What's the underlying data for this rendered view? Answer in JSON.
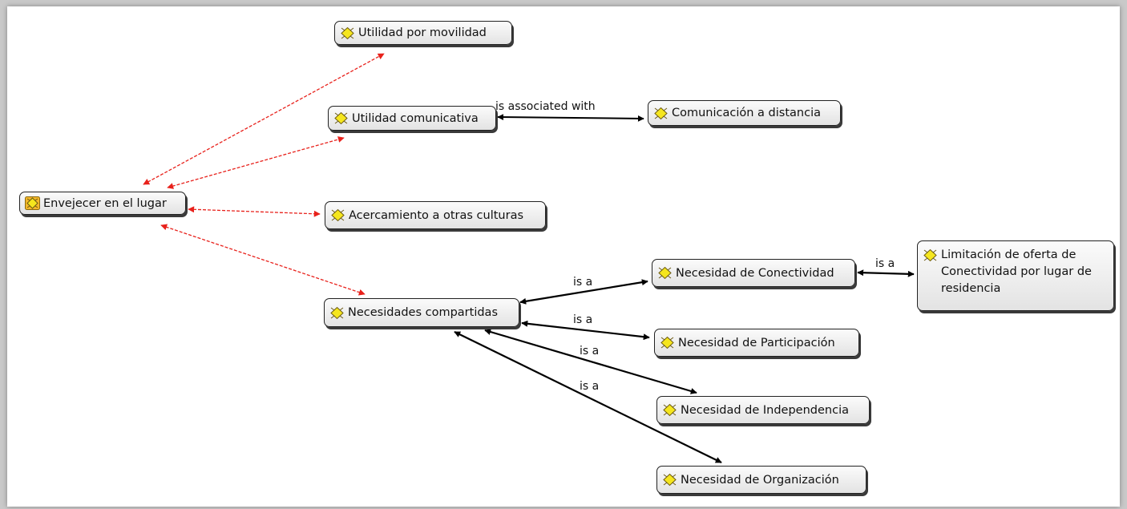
{
  "diagram": {
    "nodes": [
      {
        "id": "envejecer",
        "label": "Envejecer en el lugar",
        "icon": "code-icon",
        "highlighted": true
      },
      {
        "id": "movilidad",
        "label": "Utilidad por movilidad",
        "icon": "code-icon"
      },
      {
        "id": "comunicativa",
        "label": "Utilidad comunicativa",
        "icon": "code-icon"
      },
      {
        "id": "distancia",
        "label": "Comunicación a distancia",
        "icon": "code-icon"
      },
      {
        "id": "culturas",
        "label": "Acercamiento a otras culturas",
        "icon": "code-icon"
      },
      {
        "id": "compartidas",
        "label": "Necesidades compartidas",
        "icon": "code-icon"
      },
      {
        "id": "conectividad",
        "label": "Necesidad de Conectividad",
        "icon": "code-icon"
      },
      {
        "id": "limitacion",
        "label": "Limitación de oferta de Conectividad por lugar de residencia",
        "icon": "code-icon"
      },
      {
        "id": "participacion",
        "label": "Necesidad de Participación",
        "icon": "code-icon"
      },
      {
        "id": "independencia",
        "label": "Necesidad de Independencia",
        "icon": "code-icon"
      },
      {
        "id": "organizacion",
        "label": "Necesidad de Organización",
        "icon": "code-icon"
      }
    ],
    "edges": [
      {
        "from": "envejecer",
        "to": "movilidad",
        "label": "",
        "style": "dashed-red"
      },
      {
        "from": "envejecer",
        "to": "comunicativa",
        "label": "",
        "style": "dashed-red"
      },
      {
        "from": "envejecer",
        "to": "culturas",
        "label": "",
        "style": "dashed-red"
      },
      {
        "from": "envejecer",
        "to": "compartidas",
        "label": "",
        "style": "dashed-red"
      },
      {
        "from": "comunicativa",
        "to": "distancia",
        "label": "is associated with",
        "style": "solid-black"
      },
      {
        "from": "compartidas",
        "to": "conectividad",
        "label": "is a",
        "style": "solid-black"
      },
      {
        "from": "compartidas",
        "to": "participacion",
        "label": "is a",
        "style": "solid-black"
      },
      {
        "from": "compartidas",
        "to": "independencia",
        "label": "is a",
        "style": "solid-black"
      },
      {
        "from": "compartidas",
        "to": "organizacion",
        "label": "is a",
        "style": "solid-black"
      },
      {
        "from": "conectividad",
        "to": "limitacion",
        "label": "is a",
        "style": "solid-black"
      }
    ],
    "colors": {
      "relation_dashed": "#e8211b",
      "relation_solid": "#000000",
      "icon_fill": "#f5e61e",
      "icon_highlight_bg": "#f3b72a"
    }
  }
}
